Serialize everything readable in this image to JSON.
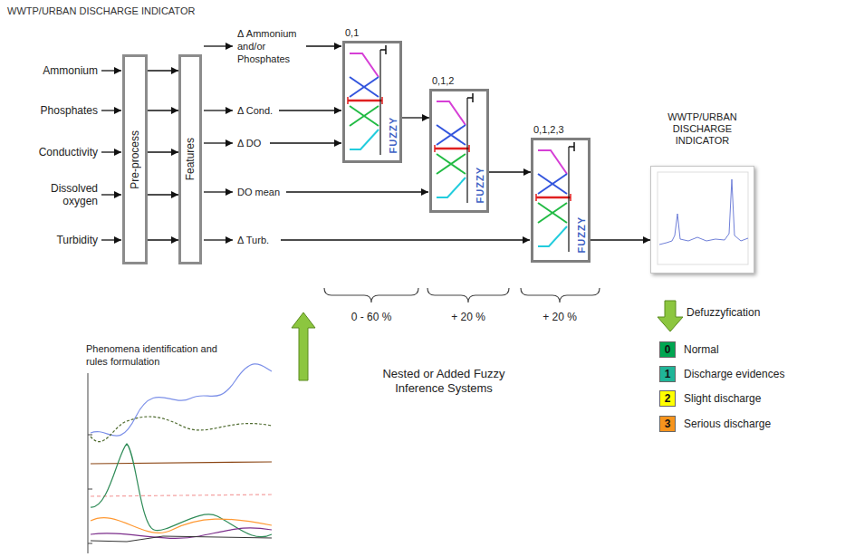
{
  "diagram": {
    "title": "WWTP/URBAN DISCHARGE INDICATOR",
    "nodes": [
      {
        "text": [
          "Pre-process"
        ]
      },
      {
        "text": [
          "Features"
        ]
      },
      {
        "text": [
          "0,1",
          "FUZZY"
        ]
      },
      {
        "text": [
          "0,1,2",
          "FUZZY"
        ]
      },
      {
        "text": [
          "0,1,2,3",
          "FUZZY"
        ]
      },
      {
        "text": [
          "WWTP/URBAN DISCHARGE INDICATOR"
        ]
      }
    ],
    "edges": [
      {
        "from": 0,
        "to": 1,
        "arrow": "to"
      },
      {
        "from": 0,
        "to": 1,
        "arrow": "to"
      },
      {
        "from": 0,
        "to": 1,
        "arrow": "to"
      },
      {
        "from": 0,
        "to": 1,
        "arrow": "to"
      },
      {
        "from": 0,
        "to": 1,
        "arrow": "to"
      },
      {
        "from": 2,
        "to": 3,
        "arrow": "to"
      },
      {
        "from": 3,
        "to": 4,
        "arrow": "to"
      },
      {
        "from": 4,
        "to": 5,
        "arrow": "to"
      }
    ],
    "labels": [
      "Ammonium",
      "Phosphates",
      "Conductivity",
      "Dissolved oxygen",
      "Turbidity",
      "Δ Ammonium and/or Phosphates",
      "Δ Cond.",
      "Δ DO",
      "DO mean",
      "Δ Turb.",
      "0 - 60 %",
      "+ 20 %",
      "+ 20 %",
      "Phenomena identification and rules formulation",
      "Nested or Added Fuzzy Inference Systems",
      "Defuzzyfication",
      "0",
      "1",
      "2",
      "3"
    ],
    "legend": [
      {
        "text": "Normal",
        "color": "#00a651"
      },
      {
        "text": "Discharge evidences",
        "color": "#1fb598"
      },
      {
        "text": "Slight discharge",
        "color": "#ffff00"
      },
      {
        "text": "Serious discharge",
        "color": "#f7941d"
      }
    ]
  }
}
